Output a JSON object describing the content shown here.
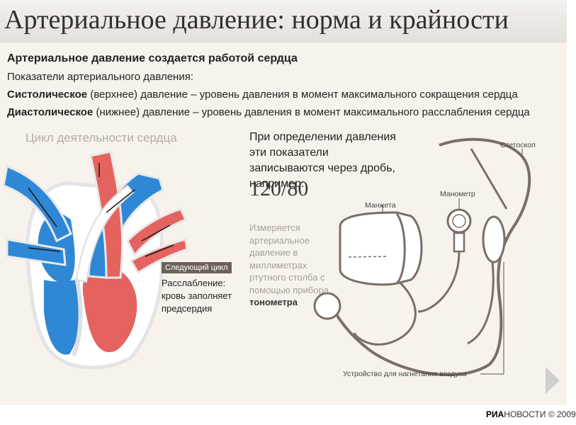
{
  "title": "Артериальное давление: норма и крайности",
  "intro": {
    "heading": "Артериальное давление создается работой сердца",
    "indicators": "Показатели артериального давления:",
    "systolic_term": "Систолическое",
    "systolic_rest": " (верхнее) давление – уровень давления в момент максимального сокращения сердца",
    "diastolic_term": "Диастолическое",
    "diastolic_rest": " (нижнее) давление – уровень давления в момент максимального расслабления сердца"
  },
  "heart": {
    "title": "Цикл деятельности сердца",
    "next_cycle_badge": "Следующий цикл",
    "relaxation": "Расслабление: кровь заполняет предсердия"
  },
  "measurement": {
    "text": "При определении давления эти показатели записываются через дробь, например:",
    "example": "120/80",
    "measured_text": "Измеряется артериальное давление в миллиметрах ртутного столба с помощью прибора",
    "device": "тонометра"
  },
  "labels": {
    "cuff": "Манжета",
    "manometer": "Манометр",
    "stethoscope": "Стетоскоп",
    "pump": "Устройство для нагнетания воздуха"
  },
  "footer": {
    "brand_bold": "РИА",
    "brand_rest": "НОВОСТИ",
    "copyright": "© 2009"
  },
  "colors": {
    "venous": "#2e88d6",
    "arterial": "#e4635e",
    "accent": "#c0392b",
    "panel": "#f7f3ec"
  }
}
